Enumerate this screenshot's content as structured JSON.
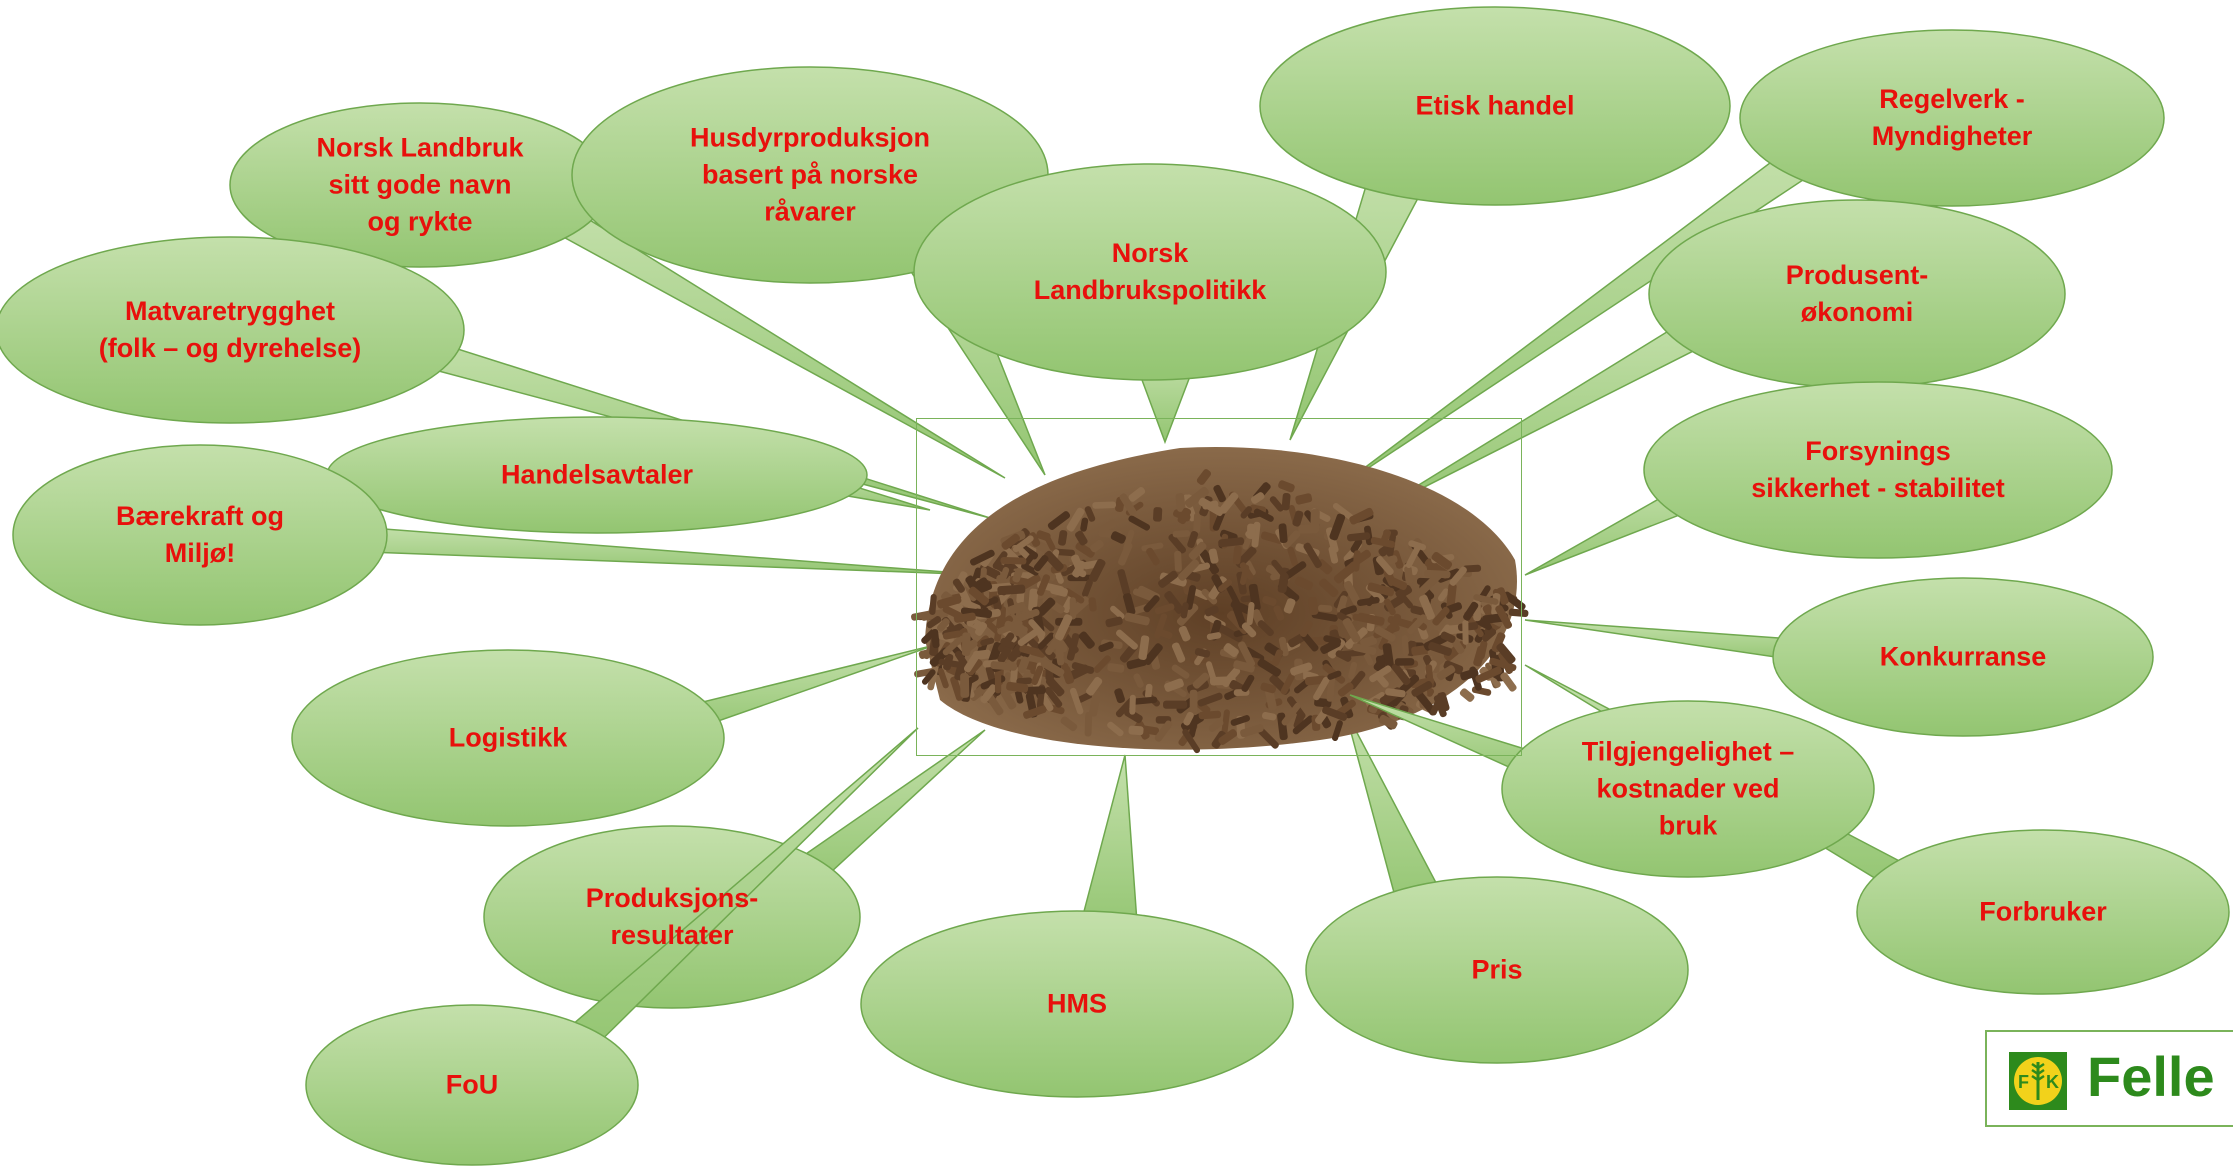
{
  "bubbles": [
    {
      "id": "norsk-landbruk-omdomme",
      "label": "Norsk Landbruk\nsitt gode navn\nog rykte"
    },
    {
      "id": "husdyrproduksjon",
      "label": "Husdyrproduksjon\nbasert på norske\nråvarer"
    },
    {
      "id": "etisk-handel",
      "label": "Etisk handel"
    },
    {
      "id": "regelverk",
      "label": "Regelverk -\nMyndigheter"
    },
    {
      "id": "norsk-landbrukspolitikk",
      "label": "Norsk\nLandbrukspolitikk"
    },
    {
      "id": "produsentokonomi",
      "label": "Produsent-\nøkonomi"
    },
    {
      "id": "matvaretrygghet",
      "label": "Matvaretrygghet\n(folk – og dyrehelse)"
    },
    {
      "id": "handelsavtaler",
      "label": "Handelsavtaler"
    },
    {
      "id": "forsyningssikkerhet",
      "label": "Forsynings\nsikkerhet - stabilitet"
    },
    {
      "id": "baerekraft",
      "label": "Bærekraft og\nMiljø!"
    },
    {
      "id": "konkurranse",
      "label": "Konkurranse"
    },
    {
      "id": "logistikk",
      "label": "Logistikk"
    },
    {
      "id": "tilgjengelighet",
      "label": "Tilgjengelighet –\nkostnader ved\nbruk"
    },
    {
      "id": "produksjonsresultater",
      "label": "Produksjons-\nresultater"
    },
    {
      "id": "forbruker",
      "label": "Forbruker"
    },
    {
      "id": "hms",
      "label": "HMS"
    },
    {
      "id": "pris",
      "label": "Pris"
    },
    {
      "id": "fou",
      "label": "FoU"
    }
  ],
  "logo": {
    "mark_left": "F",
    "mark_right": "K",
    "text": "Felle"
  },
  "colors": {
    "bubble_fill": "#a2cc82",
    "bubble_stroke": "#6fa84e",
    "label": "#e8100c",
    "pellet": "#6b4a2e",
    "logo_green": "#2d8a1c"
  }
}
